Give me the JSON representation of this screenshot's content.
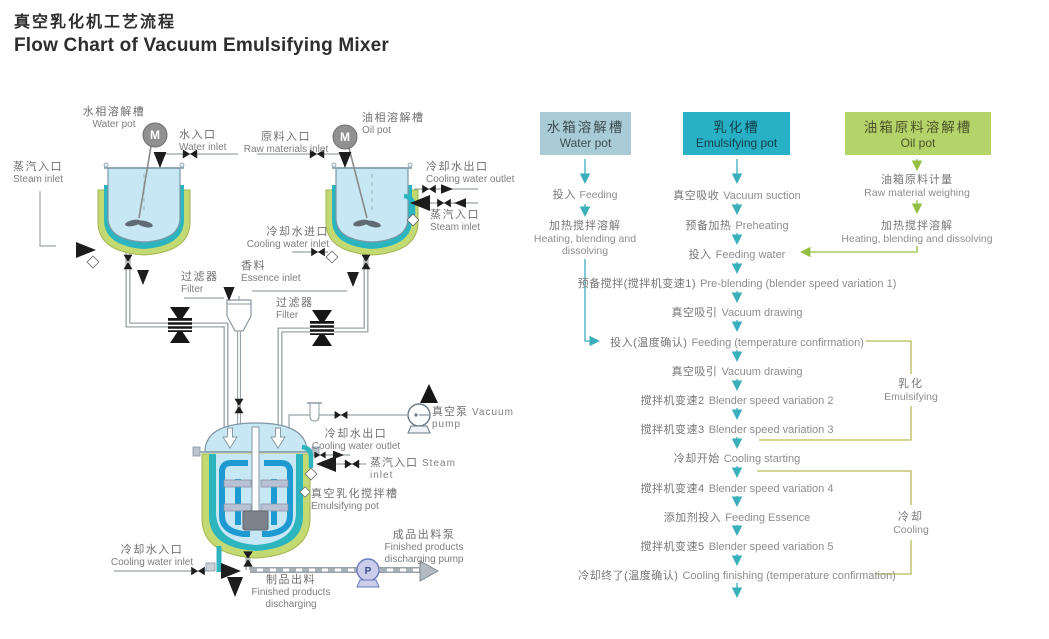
{
  "title": {
    "zh": "真空乳化机工艺流程",
    "en": "Flow Chart of Vacuum Emulsifying Mixer"
  },
  "motor_label": "M",
  "pump_label": "P",
  "colors": {
    "accent_teal": "#2cb5bf",
    "flow_arrow_teal": "#3aafbc",
    "flow_arrow_green": "#94be44",
    "phase_line_olive": "#b6bc55",
    "box_water_bg": "#a9cbd5",
    "box_emulsifying_bg": "#27b0c6",
    "box_oil_bg": "#b4d368",
    "pot_jacket_lime": "#c3da72",
    "pot_liquid_blue": "#c6e7f3",
    "agitator_blue": "#1d9ad2",
    "label_gray": "#7e7e7e"
  },
  "diagram": {
    "labels": {
      "water_pot": {
        "zh": "水相溶解槽",
        "en": "Water pot"
      },
      "water_inlet": {
        "zh": "水入口",
        "en": "Water inlet"
      },
      "raw_materials_inlet": {
        "zh": "原料入口",
        "en": "Raw materials inlet"
      },
      "oil_pot": {
        "zh": "油相溶解槽",
        "en": "Oil pot"
      },
      "steam_inlet_left": {
        "zh": "蒸汽入口",
        "en": "Steam inlet"
      },
      "cooling_water_outlet_top": {
        "zh": "冷却水出口",
        "en": "Cooling water outlet"
      },
      "steam_inlet_right": {
        "zh": "蒸汽入口",
        "en": "Steam inlet"
      },
      "cooling_water_inlet_mid": {
        "zh": "冷却水进口",
        "en": "Cooling water inlet"
      },
      "filter_left": {
        "zh": "过滤器",
        "en": "Filter"
      },
      "essence_inlet": {
        "zh": "香料",
        "en": "Essence inlet"
      },
      "filter_right": {
        "zh": "过滤器",
        "en": "Filter"
      },
      "vacuum_pump": {
        "zh": "真空泵",
        "en": "Vacuum pump"
      },
      "cooling_water_outlet_main": {
        "zh": "冷却水出口",
        "en": "Cooling water outlet"
      },
      "steam_inlet_main": {
        "zh": "蒸汽入口",
        "en": "Steam inlet"
      },
      "emulsifying_pot": {
        "zh": "真空乳化搅拌槽",
        "en": "Emulsifying pot"
      },
      "finished_products_pump": {
        "zh": "成品出料泵",
        "en": "Finished products discharging pump"
      },
      "cooling_water_inlet_bottom": {
        "zh": "冷却水入口",
        "en": "Cooling water inlet"
      },
      "finished_products_discharging": {
        "zh": "制品出料",
        "en": "Finished products discharging"
      }
    }
  },
  "flowchart": {
    "headers": {
      "water": {
        "zh": "水箱溶解槽",
        "en": "Water pot"
      },
      "emulsifying": {
        "zh": "乳化槽",
        "en": "Emulsifying pot"
      },
      "oil": {
        "zh": "油箱原料溶解槽",
        "en": "Oil pot"
      }
    },
    "water_steps": [
      {
        "zh": "投入",
        "en": "Feeding"
      },
      {
        "zh": "加热搅拌溶解",
        "en": "Heating, blending and dissolving"
      }
    ],
    "oil_steps": [
      {
        "zh": "油箱原料计量",
        "en": "Raw material weighing"
      },
      {
        "zh": "加热搅拌溶解",
        "en": "Heating, blending and dissolving"
      }
    ],
    "main_steps": [
      {
        "zh": "真空吸收",
        "en": "Vacuum suction"
      },
      {
        "zh": "预备加热",
        "en": "Preheating"
      },
      {
        "zh": "投入",
        "en": "Feeding water"
      },
      {
        "zh": "预备搅拌(搅拌机变速1)",
        "en": "Pre-blending (blender speed variation 1)"
      },
      {
        "zh": "真空吸引",
        "en": "Vacuum drawing"
      },
      {
        "zh": "投入(温度确认)",
        "en": "Feeding (temperature confirmation)"
      },
      {
        "zh": "真空吸引",
        "en": "Vacuum drawing"
      },
      {
        "zh": "搅拌机变速2",
        "en": "Blender speed variation 2"
      },
      {
        "zh": "搅拌机变速3",
        "en": "Blender speed variation 3"
      },
      {
        "zh": "冷却开始",
        "en": "Cooling starting"
      },
      {
        "zh": "搅拌机变速4",
        "en": "Blender speed variation 4"
      },
      {
        "zh": "添加剂投入",
        "en": "Feeding Essence"
      },
      {
        "zh": "搅拌机变速5",
        "en": "Blender speed variation 5"
      },
      {
        "zh": "冷却终了(温度确认)",
        "en": "Cooling finishing (temperature confirmation)"
      }
    ],
    "phases": [
      {
        "zh": "乳化",
        "en": "Emulsifying"
      },
      {
        "zh": "冷却",
        "en": "Cooling"
      }
    ]
  }
}
